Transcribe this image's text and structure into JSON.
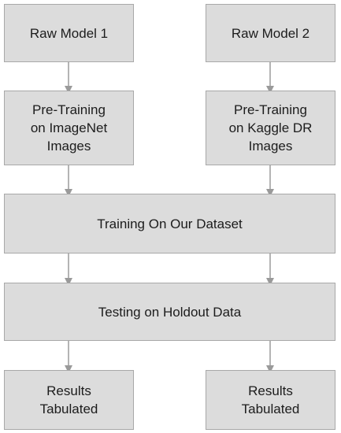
{
  "diagram": {
    "raw_model_1": "Raw Model 1",
    "raw_model_2": "Raw Model 2",
    "pretrain_1": "Pre-Training\non ImageNet\nImages",
    "pretrain_2": "Pre-Training\non Kaggle DR\nImages",
    "training": "Training On Our Dataset",
    "testing": "Testing on Holdout Data",
    "results_1": "Results\nTabulated",
    "results_2": "Results\nTabulated"
  },
  "colors": {
    "box_fill": "#dcdcdc",
    "box_border": "#a8a8a8",
    "arrow": "#9a9a9a",
    "text": "#1c1c1c"
  }
}
